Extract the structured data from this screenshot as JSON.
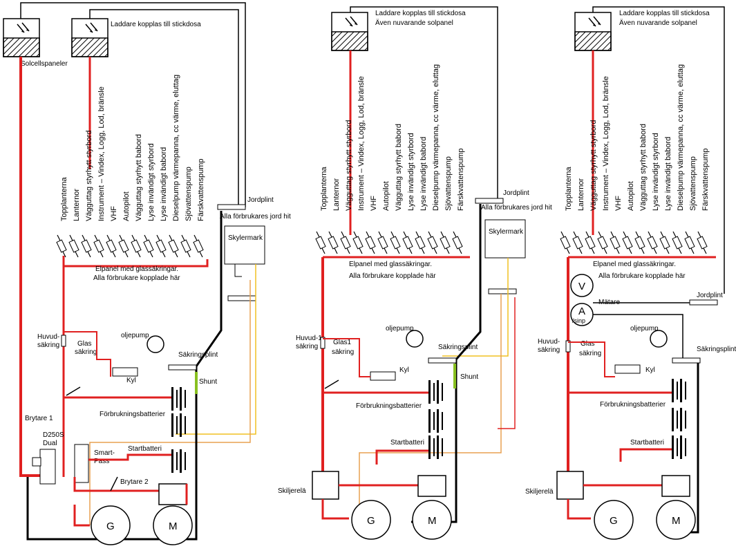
{
  "left": {
    "solar_label": "Solcellspaneler",
    "charger_label": "Laddare kopplas till stickdosa",
    "jordplint": "Jordplint",
    "earth_note": "Alla förbrukares jord hit",
    "skylermark": "Skylermark",
    "panel_line1": "Elpanel med glassäkringar.",
    "panel_line2": "Alla förbrukare kopplade här",
    "huvud": "Huvud-",
    "sakring": "säkring",
    "glas": "Glas",
    "glas_sakring": "säkring",
    "oljepump": "oljepump",
    "kyl": "Kyl",
    "sakringsplint": "Säkringsplint",
    "shunt": "Shunt",
    "brytare1": "Brytare 1",
    "forbruk": "Förbrukningsbatterier",
    "d250s": "D250S",
    "dual": "Dual",
    "smart": "Smart-",
    "pass": "Pass",
    "startbatteri": "Startbatteri",
    "brytare2": "Brytare 2",
    "g": "G",
    "m": "M"
  },
  "middle": {
    "charger_label1": "Laddare kopplas till stickdosa",
    "charger_label2": "Även nuvarande solpanel",
    "jordplint": "Jordplint",
    "earth_note": "Alla förbrukares jord hit",
    "skylermark": "Skylermark",
    "panel_line1": "Elpanel med glassäkringar.",
    "panel_line2": "Alla förbrukare kopplade här",
    "huvud": "Huvud-1",
    "sakring": "säkring",
    "glas": "Glas1",
    "glas_sakring": "säkring",
    "oljepump": "oljepump",
    "kyl": "Kyl",
    "sakringsplint": "Säkringsplint",
    "shunt": "Shunt",
    "forbruk": "Förbrukningsbatterier",
    "startbatteri": "Startbatteri",
    "skiljerela": "Skiljerelä",
    "g": "G",
    "m": "M"
  },
  "right": {
    "charger_label1": "Laddare kopplas till stickdosa",
    "charger_label2": "Även nuvarande solpanel",
    "jordplint": "Jordplint",
    "panel_line1": "Elpanel med glassäkringar.",
    "panel_line2": "Alla förbrukare kopplade här",
    "v": "V",
    "a": "A",
    "sinp": "/sinp",
    "matare": "Mätare",
    "huvud": "Huvud-",
    "sakring": "säkring",
    "glas": "Glas",
    "glas_sakring": "säkring",
    "oljepump": "oljepump",
    "kyl": "Kyl",
    "sakringsplint": "Säkringsplint",
    "forbruk": "Förbrukningsbatterier",
    "startbatteri": "Startbatteri",
    "skiljerela": "Skiljerelä",
    "g": "G",
    "m": "M"
  },
  "consumers": [
    "Topplanterna",
    "Lanternor",
    "Vägguttag styrhytt styrbord",
    "Instrument – Vindex, Logg, Lod, bränsle",
    "VHF",
    "Autopilot",
    "Vägguttag styrhytt babord",
    "Lyse invändigt styrbord",
    "Lyse invändigt babord",
    "Dieselpump värmepanna, cc värme, eluttag",
    "Sjövattenspump",
    "Färskvattenspump"
  ],
  "colors": {
    "positive": "#e02020",
    "negative": "#000000",
    "signal_yellow": "#f0c020",
    "signal_orange": "#e8a050",
    "shunt_green": "#88c020"
  }
}
